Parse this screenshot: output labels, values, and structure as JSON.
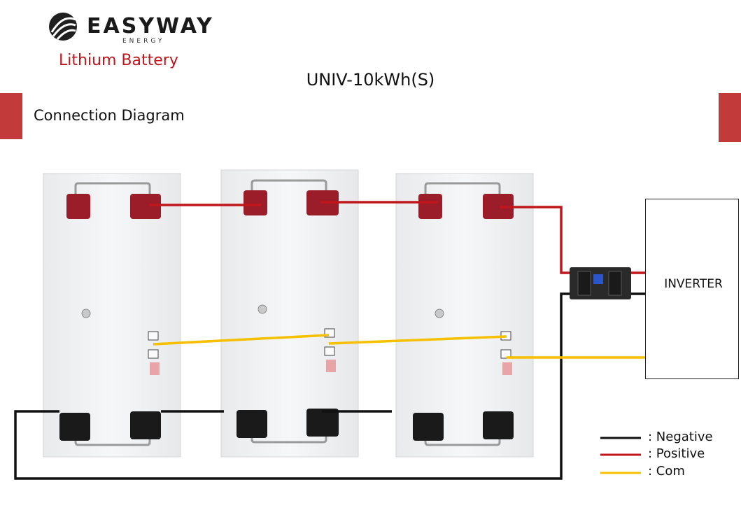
{
  "brand": {
    "name": "EASYWAY",
    "sub": "ENERGY",
    "product_line": "Lithium Battery"
  },
  "model": "UNIV-10kWh(S)",
  "section_title": "Connection Diagram",
  "inverter_label": "INVERTER",
  "legend": [
    {
      "color": "#111111",
      "label": ": Negative"
    },
    {
      "color": "#c0161c",
      "label": ": Positive"
    },
    {
      "color": "#f5c000",
      "label": ": Com"
    }
  ],
  "colors": {
    "accent": "#c23a3a",
    "terminal_positive": "#9b1d2a",
    "terminal_negative": "#1a1a1a",
    "com_cable": "#f5c000"
  },
  "icons": [
    "logo-icon",
    "breaker-icon",
    "power-button-icon",
    "rj45-port-icon",
    "dip-switch-icon"
  ]
}
